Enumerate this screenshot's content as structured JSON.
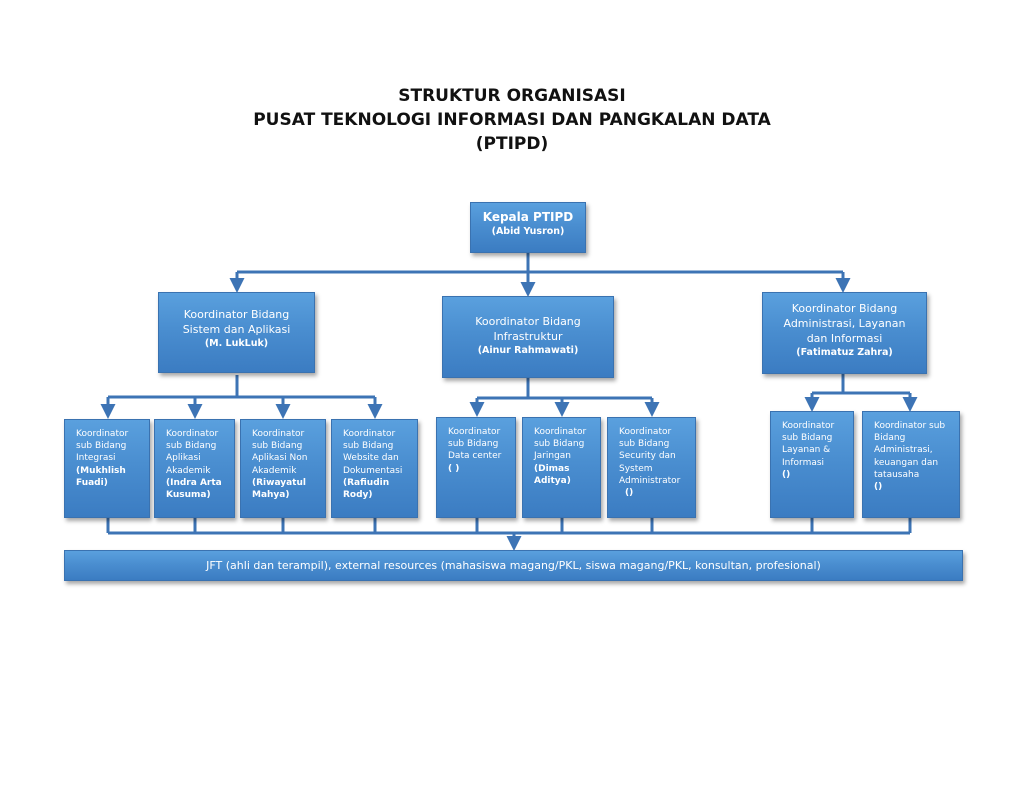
{
  "title": {
    "line1": "STRUKTUR ORGANISASI",
    "line2": "PUSAT TEKNOLOGI INFORMASI DAN PANGKALAN DATA",
    "line3": "(PTIPD)"
  },
  "head": {
    "title": "Kepala PTIPD",
    "name": "(Abid Yusron)"
  },
  "coordinators": [
    {
      "title_lines": [
        "Koordinator Bidang",
        "Sistem dan Aplikasi"
      ],
      "name": "(M. LukLuk)"
    },
    {
      "title_lines": [
        "Koordinator Bidang",
        "Infrastruktur"
      ],
      "name": "(Ainur Rahmawati)"
    },
    {
      "title_lines": [
        "Koordinator Bidang",
        "Administrasi, Layanan",
        "dan Informasi"
      ],
      "name": "(Fatimatuz Zahra)"
    }
  ],
  "subs": [
    {
      "lines": [
        "Koordinator",
        "sub Bidang",
        "Integrasi",
        "(Mukhlish",
        "Fuadi)"
      ]
    },
    {
      "lines": [
        "Koordinator",
        "sub Bidang",
        "Aplikasi",
        "Akademik",
        "(Indra Arta",
        "Kusuma)"
      ]
    },
    {
      "lines": [
        "Koordinator",
        "sub Bidang",
        "Aplikasi Non",
        "Akademik",
        "(Riwayatul",
        "Mahya)"
      ]
    },
    {
      "lines": [
        "Koordinator",
        "sub Bidang",
        "Website dan",
        "Dokumentasi",
        "(Rafiudin",
        "Rody)"
      ]
    },
    {
      "lines": [
        "Koordinator",
        "sub Bidang",
        "Data center",
        "( )"
      ]
    },
    {
      "lines": [
        "Koordinator",
        "sub Bidang",
        "Jaringan",
        "(Dimas",
        "Aditya)"
      ]
    },
    {
      "lines": [
        "Koordinator",
        "sub Bidang",
        "Security dan",
        "System",
        "Administrator",
        "()"
      ]
    },
    {
      "lines": [
        "Koordinator",
        "sub Bidang",
        "Layanan &",
        "Informasi",
        "()"
      ]
    },
    {
      "lines": [
        "Koordinator sub",
        "Bidang",
        "Administrasi,",
        "keuangan dan",
        "tatausaha",
        "()"
      ]
    }
  ],
  "jft": {
    "label": "JFT (ahli dan terampil), external resources (mahasiswa magang/PKL, siswa magang/PKL, konsultan, profesional)"
  },
  "colors": {
    "box": "#4a8ed0",
    "connector": "#3d74b5",
    "text": "#ffffff"
  }
}
